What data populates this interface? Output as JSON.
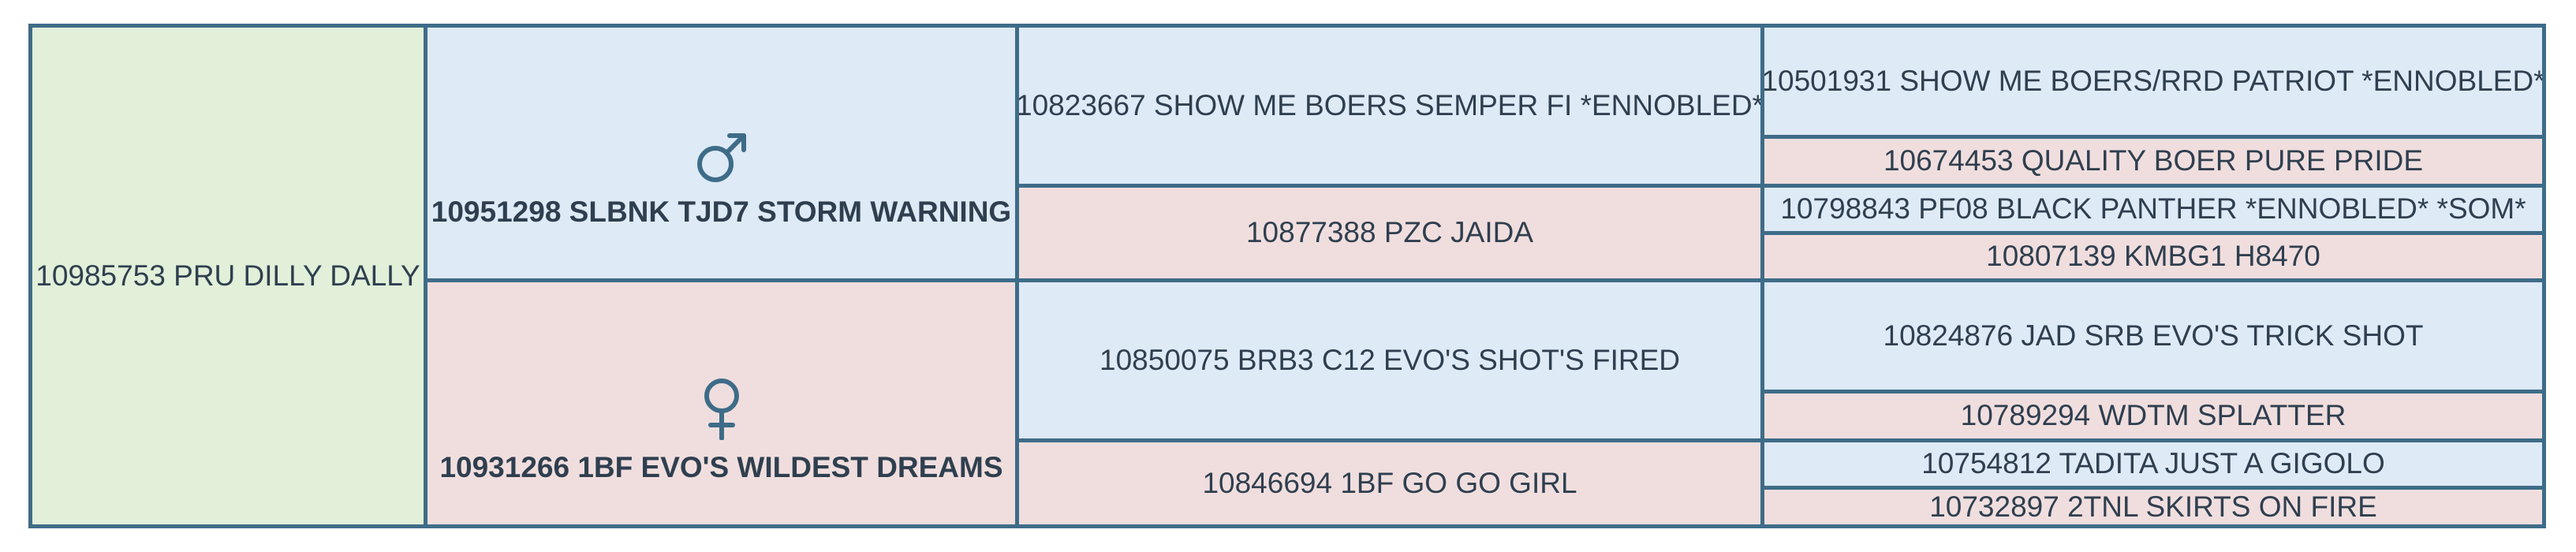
{
  "pedigree": {
    "subject": "10985753 PRU DILLY DALLY",
    "sire": {
      "name": "10951298 SLBNK TJD7 STORM WARNING",
      "sex_icon": "male-symbol-icon",
      "sire": {
        "name": "10823667 SHOW ME BOERS SEMPER FI *ENNOBLED*",
        "sire": "10501931 SHOW ME BOERS/RRD PATRIOT *ENNOBLED*",
        "dam": "10674453 QUALITY BOER PURE PRIDE"
      },
      "dam": {
        "name": "10877388 PZC JAIDA",
        "sire": "10798843 PF08 BLACK PANTHER *ENNOBLED* *SOM*",
        "dam": "10807139 KMBG1 H8470"
      }
    },
    "dam": {
      "name": "10931266 1BF EVO'S WILDEST DREAMS",
      "sex_icon": "female-symbol-icon",
      "sire": {
        "name": "10850075 BRB3 C12 EVO'S SHOT'S FIRED",
        "sire": "10824876 JAD SRB EVO'S TRICK SHOT",
        "dam": "10789294 WDTM SPLATTER"
      },
      "dam": {
        "name": "10846694 1BF GO GO GIRL",
        "sire": "10754812 TADITA JUST A GIGOLO",
        "dam": "10732897 2TNL SKIRTS ON FIRE"
      }
    },
    "colors": {
      "border": "#3e6c88",
      "subject": "#e2efd9",
      "male": "#deeaf6",
      "female": "#f0dede",
      "text": "#2f3f4f"
    }
  }
}
